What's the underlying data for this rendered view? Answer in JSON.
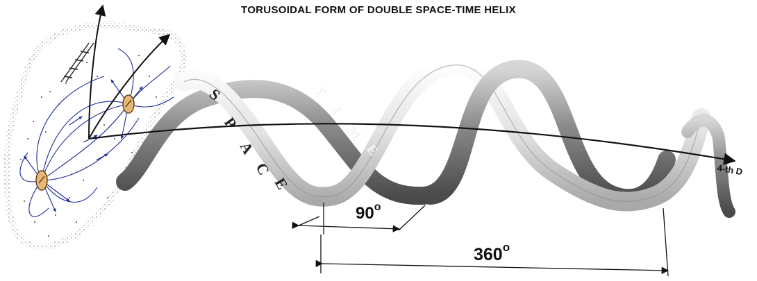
{
  "title": "TORUSOIDAL FORM OF DOUBLE SPACE-TIME HELIX",
  "helix_labels": {
    "space": [
      "S",
      "P",
      "A",
      "C",
      "E"
    ],
    "time": [
      "T",
      "I",
      "M",
      "E"
    ]
  },
  "axis_label": "4-th D",
  "angle_small": {
    "value": "90",
    "unit": "o"
  },
  "angle_large": {
    "value": "360",
    "unit": "o"
  }
}
